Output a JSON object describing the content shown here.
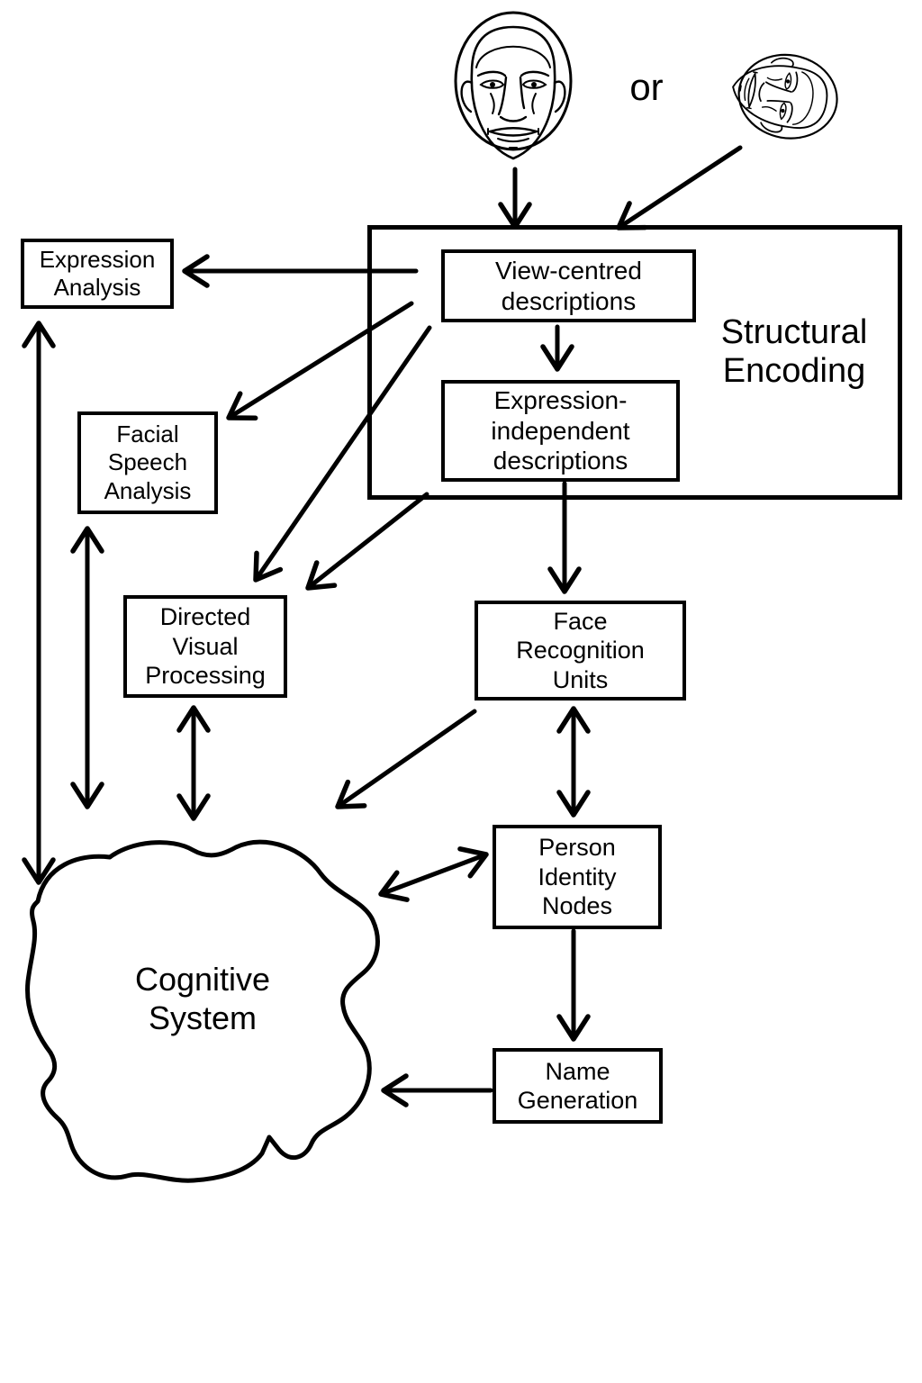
{
  "diagram": {
    "connector_text": "or",
    "nodes": {
      "expression_analysis": {
        "label": "Expression\nAnalysis"
      },
      "facial_speech_analysis": {
        "label": "Facial\nSpeech\nAnalysis"
      },
      "directed_visual_processing": {
        "label": "Directed\nVisual\nProcessing"
      },
      "structural_encoding": {
        "label": "Structural\nEncoding"
      },
      "view_centred_descriptions": {
        "label": "View-centred\ndescriptions"
      },
      "expression_independent_descriptions": {
        "label": "Expression-\nindependent\ndescriptions"
      },
      "face_recognition_units": {
        "label": "Face\nRecognition\nUnits"
      },
      "person_identity_nodes": {
        "label": "Person\nIdentity\nNodes"
      },
      "name_generation": {
        "label": "Name\nGeneration"
      },
      "cognitive_system": {
        "label": "Cognitive\nSystem"
      }
    },
    "icons": {
      "front_face": "front-face-icon",
      "rotated_face": "rotated-face-icon"
    },
    "edges": [
      {
        "from": "front-face",
        "to": "structural-encoding",
        "style": "arrow"
      },
      {
        "from": "rotated-face",
        "to": "structural-encoding",
        "style": "arrow"
      },
      {
        "from": "view-centred-descriptions",
        "to": "expression-analysis",
        "style": "arrow"
      },
      {
        "from": "structural-encoding",
        "to": "facial-speech-analysis",
        "style": "arrow"
      },
      {
        "from": "view-centred-descriptions",
        "to": "expression-independent-descriptions",
        "style": "arrow"
      },
      {
        "from": "view-centred-descriptions",
        "to": "directed-visual-processing",
        "style": "arrow"
      },
      {
        "from": "structural-encoding",
        "to": "directed-visual-processing",
        "style": "arrow"
      },
      {
        "from": "expression-independent-descriptions",
        "to": "face-recognition-units",
        "style": "arrow"
      },
      {
        "from": "expression-analysis",
        "to": "cognitive-system",
        "style": "double-arrow"
      },
      {
        "from": "facial-speech-analysis",
        "to": "cognitive-system",
        "style": "double-arrow"
      },
      {
        "from": "directed-visual-processing",
        "to": "cognitive-system",
        "style": "double-arrow"
      },
      {
        "from": "face-recognition-units",
        "to": "cognitive-system",
        "style": "arrow"
      },
      {
        "from": "face-recognition-units",
        "to": "person-identity-nodes",
        "style": "double-arrow"
      },
      {
        "from": "person-identity-nodes",
        "to": "cognitive-system",
        "style": "double-arrow"
      },
      {
        "from": "person-identity-nodes",
        "to": "name-generation",
        "style": "arrow"
      },
      {
        "from": "name-generation",
        "to": "cognitive-system",
        "style": "arrow"
      }
    ],
    "colors": {
      "ink": "#000000",
      "background": "#ffffff"
    }
  }
}
